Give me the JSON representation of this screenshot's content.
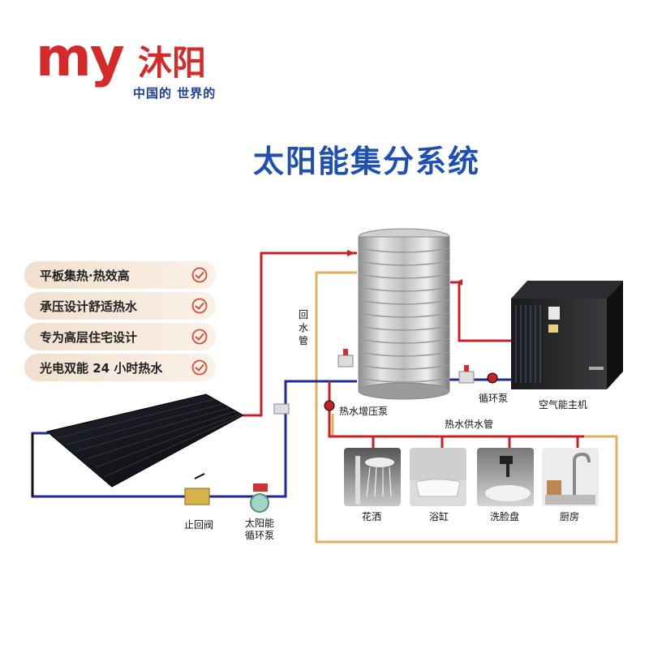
{
  "brand": {
    "logo_my": "my",
    "logo_cn": "沐阳",
    "tagline": "中国的 世界的",
    "color_red": "#d42a2a",
    "color_blue": "#1a3f9a"
  },
  "title": "太阳能集分系统",
  "features": [
    {
      "text": "平板集热·热效高",
      "icon": "check-circle-icon"
    },
    {
      "text": "承压设计舒适热水",
      "icon": "check-circle-icon"
    },
    {
      "text": "专为高层住宅设计",
      "icon": "check-circle-icon"
    },
    {
      "text": "光电双能 24 小时热水",
      "icon": "check-circle-icon"
    }
  ],
  "labels": {
    "return_pipe": "回水管",
    "booster_pump": "热水增压泵",
    "circulation_pump": "循环泵",
    "air_source_unit": "空气能主机",
    "supply_pipe": "热水供水管",
    "check_valve": "止回阀",
    "solar_pump": "太阳能循环泵"
  },
  "fixtures": [
    {
      "label": "花洒",
      "icon": "shower-icon"
    },
    {
      "label": "浴缸",
      "icon": "bathtub-icon"
    },
    {
      "label": "洗脸盘",
      "icon": "washbasin-icon"
    },
    {
      "label": "厨房",
      "icon": "kitchen-icon"
    }
  ],
  "colors": {
    "hot_pipe": "#c8202a",
    "cold_pipe": "#1e2a9a",
    "return_pipe": "#e0b060",
    "loop_pipe": "#111111"
  }
}
